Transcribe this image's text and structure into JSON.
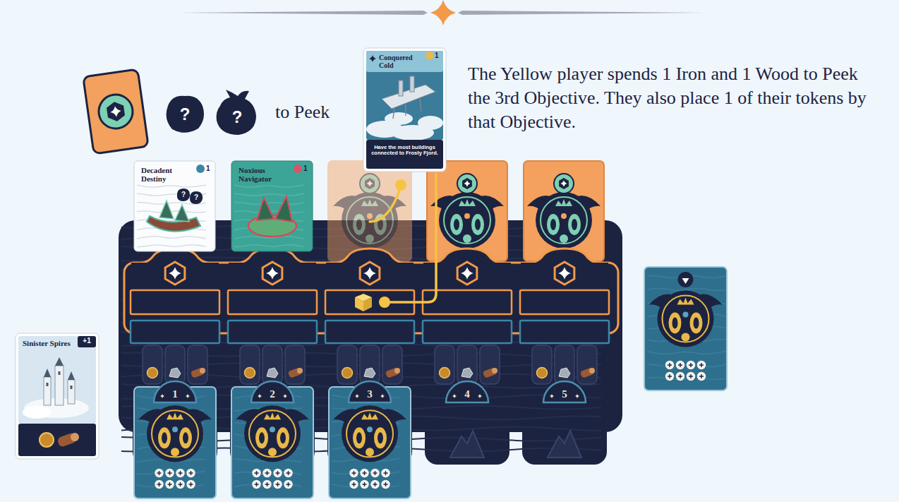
{
  "diagram": {
    "caption": "The Yellow player spends 1 Iron and 1 Wood to Peek the 3rd Objective. They also place 1 of their tokens by that Objective.",
    "nodes": [
      {
        "text": [
          "Conquered Cold",
          "1",
          "Have the most buildings connected to Frosty Fjord."
        ]
      },
      {
        "text": [
          "Decadent Destiny",
          "1",
          "?",
          "?"
        ]
      },
      {
        "text": [
          "Noxious Navigator",
          "1"
        ]
      },
      {
        "text": [
          "Sinister Spires",
          "+1"
        ]
      }
    ],
    "labels": [
      "?",
      "?",
      "to Peek",
      "1",
      "2",
      "3",
      "4",
      "5"
    ]
  }
}
